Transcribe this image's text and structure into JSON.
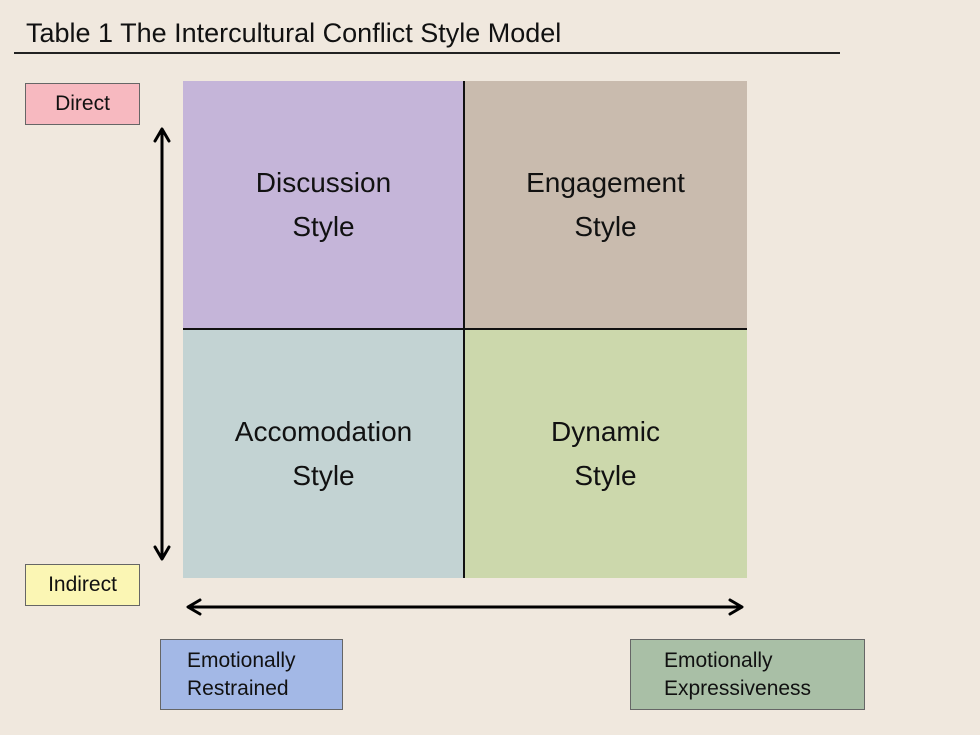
{
  "title": "Table 1 The Intercultural Conflict Style Model",
  "quadrants": {
    "top_left": {
      "line1": "Discussion",
      "line2": "Style"
    },
    "top_right": {
      "line1": "Engagement",
      "line2": "Style"
    },
    "bottom_left": {
      "line1": "Accomodation",
      "line2": "Style"
    },
    "bottom_right": {
      "line1": "Dynamic",
      "line2": "Style"
    }
  },
  "vertical_axis": {
    "top_label": "Direct",
    "bottom_label": "Indirect"
  },
  "horizontal_axis": {
    "left_label": {
      "line1": "Emotionally",
      "line2": "Restrained"
    },
    "right_label": {
      "line1": "Emotionally",
      "line2": "Expressiveness"
    }
  },
  "colors": {
    "background": "#f0e8de",
    "discussion": "#c5b5d9",
    "engagement": "#c9bbae",
    "accomodation": "#c3d3d3",
    "dynamic": "#ccd8ac",
    "direct": "#f7b9c0",
    "indirect": "#fbf6b4",
    "restrained": "#a3b8e6",
    "expressive": "#a9bfa6"
  }
}
